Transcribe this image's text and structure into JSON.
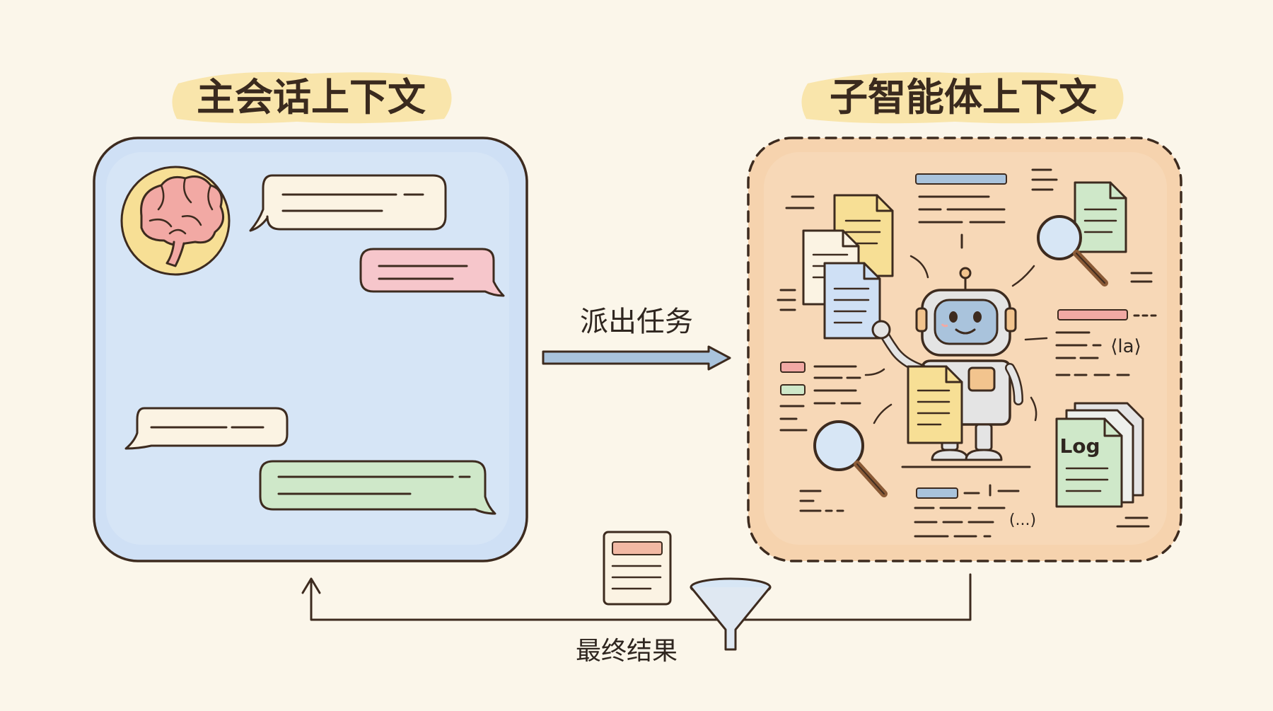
{
  "main_context": {
    "title": "主会话上下文"
  },
  "subagent_context": {
    "title": "子智能体上下文",
    "code_snippet": "⟨la⟩",
    "code_snippet_2": "(...)",
    "log_label": "Log"
  },
  "dispatch_arrow": {
    "label": "派出任务"
  },
  "return_path": {
    "label": "最终结果"
  },
  "colors": {
    "background": "#fbf6ea",
    "main_panel": "#cfe0f5",
    "sub_panel": "#f6d3ae",
    "title_highlight": "#f8e2a0",
    "bubble_cream": "#fbf3e3",
    "bubble_pink": "#f6c6cb",
    "bubble_green": "#cfe8c9",
    "arrow_blue": "#a9c3dc",
    "ink": "#3d2b1f"
  },
  "icons": {
    "brain": "brain-icon",
    "robot": "robot-icon",
    "magnifier": "magnifier-icon",
    "document": "document-icon",
    "funnel": "funnel-icon",
    "log_file": "log-file-icon"
  }
}
